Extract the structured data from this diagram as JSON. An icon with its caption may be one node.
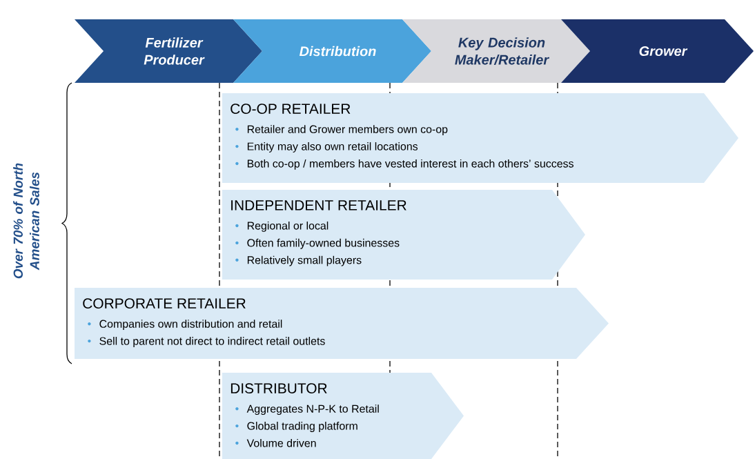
{
  "diagram": {
    "nodes": [
      {
        "text": [
          "Fertilizer Producer"
        ]
      },
      {
        "text": [
          "Distribution"
        ]
      },
      {
        "text": [
          "Key Decision Maker/Retailer"
        ]
      },
      {
        "text": [
          "Grower"
        ]
      },
      {
        "text": [
          "CO-OP RETAILER",
          "Retailer and Grower members own co-op",
          "Entity may also own retail locations",
          "Both co-op / members have vested interest in each others’ success"
        ]
      },
      {
        "text": [
          "INDEPENDENT RETAILER",
          "Regional or local",
          "Often family-owned businesses",
          "Relatively small players"
        ]
      },
      {
        "text": [
          "CORPORATE RETAILER",
          "Companies own distribution and retail",
          "Sell to parent not direct to indirect retail outlets"
        ]
      },
      {
        "text": [
          "DISTRIBUTOR",
          "Aggregates N-P-K to Retail",
          "Global trading platform",
          "Volume driven"
        ]
      }
    ],
    "labels": [
      "Over 70% of North American Sales"
    ]
  }
}
